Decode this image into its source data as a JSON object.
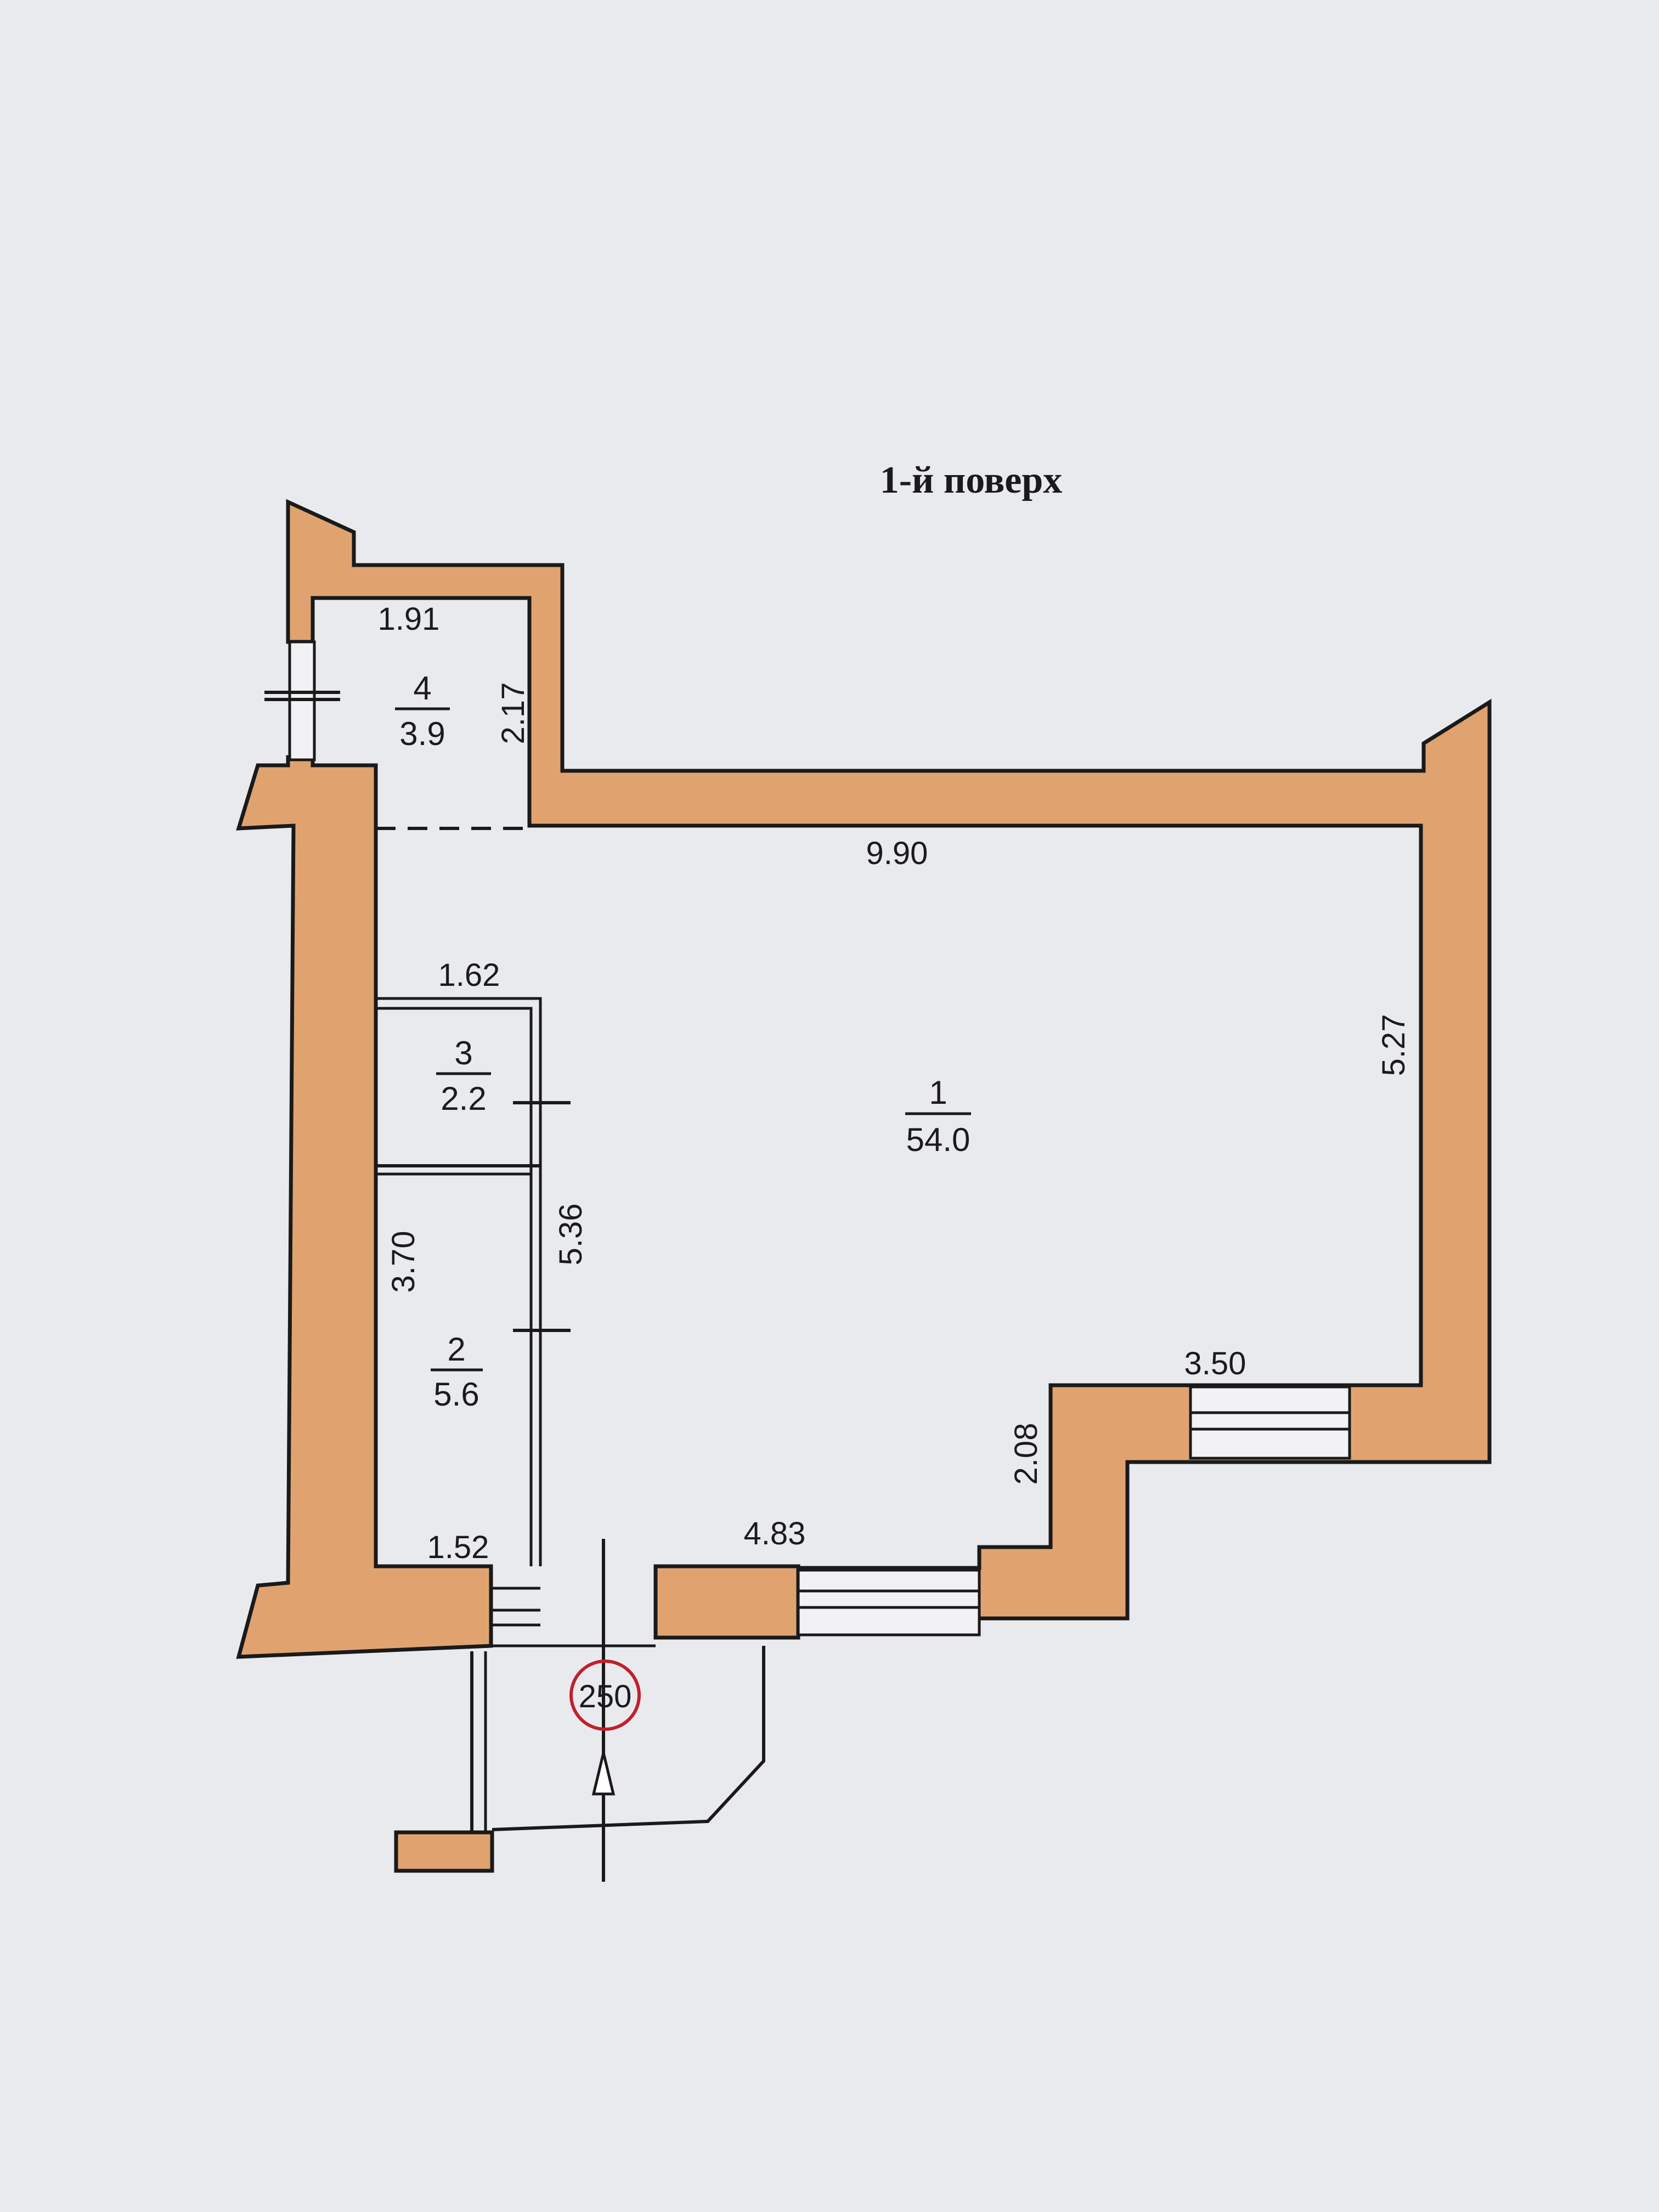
{
  "title": "1-й поверх",
  "rooms": [
    {
      "number": "1",
      "area": "54.0"
    },
    {
      "number": "2",
      "area": "5.6"
    },
    {
      "number": "3",
      "area": "2.2"
    },
    {
      "number": "4",
      "area": "3.9"
    }
  ],
  "dimensions": {
    "room4_width": "1.91",
    "room4_height": "2.17",
    "main_top": "9.90",
    "main_right": "5.27",
    "room3_width": "1.62",
    "room2_height": "3.70",
    "corridor_height": "5.36",
    "bay_width": "3.50",
    "bay_depth": "2.08",
    "front_wall": "4.83",
    "entrance_width": "1.52"
  },
  "entrance_marker": "250",
  "colors": {
    "wall_fill": "#e0a370",
    "background": "#e9eaee",
    "marker": "#c0202a"
  }
}
